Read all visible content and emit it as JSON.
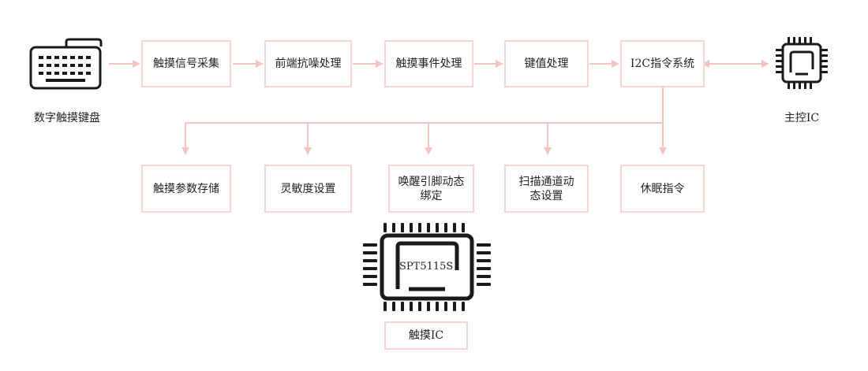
{
  "left_device": {
    "label": "数字触摸键盘",
    "icon": "keyboard-icon"
  },
  "right_device": {
    "label": "主控IC",
    "icon": "chip-icon"
  },
  "pipeline": [
    {
      "id": "p1",
      "label": "触摸信号采集"
    },
    {
      "id": "p2",
      "label": "前端抗噪处理"
    },
    {
      "id": "p3",
      "label": "触摸事件处理"
    },
    {
      "id": "p4",
      "label": "键值处理"
    },
    {
      "id": "p5",
      "label": "I2C指令系统"
    }
  ],
  "features": [
    {
      "id": "f1",
      "lines": [
        "触摸参数存储"
      ]
    },
    {
      "id": "f2",
      "lines": [
        "灵敏度设置"
      ]
    },
    {
      "id": "f3",
      "lines": [
        "唤醒引脚动态",
        "绑定"
      ]
    },
    {
      "id": "f4",
      "lines": [
        "扫描通道动",
        "态设置"
      ]
    },
    {
      "id": "f5",
      "lines": [
        "休眠指令"
      ]
    }
  ],
  "touch_ic": {
    "chip_label": "SPT5115S",
    "caption": "触摸IC",
    "icon": "chip-icon"
  },
  "colors": {
    "box_border": "#f6d5d3",
    "arrow": "#f4c4c1",
    "icon": "#1a1a1a"
  }
}
